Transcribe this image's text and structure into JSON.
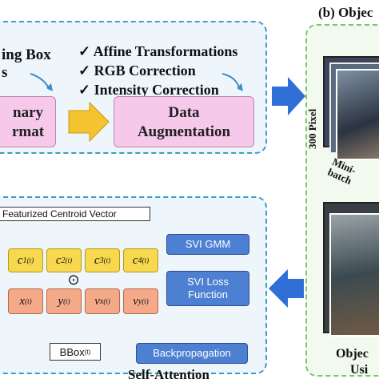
{
  "top_panel": {
    "left_box_text": "ing Box",
    "left_box_text2": "s",
    "binary_box": [
      "nary",
      "rmat"
    ],
    "checklist": [
      "Affine Transformations",
      "RGB Correction",
      "Intensity Correction"
    ],
    "check_mark": "✓",
    "augmentation_box": [
      "Data",
      "Augmentation"
    ]
  },
  "right_panel": {
    "title": "(b) Objec",
    "pixel_label": "300 Pixel",
    "minibatch_label": [
      "Mini-",
      "batch"
    ],
    "bottom_label": [
      "Objec",
      "Usi"
    ]
  },
  "bottom_panel": {
    "featurized_label": "Featurized Centroid Vector",
    "c_cells": [
      "c",
      "c",
      "c",
      "c"
    ],
    "c_subs": [
      "1",
      "2",
      "3",
      "4"
    ],
    "sup_t": "(t)",
    "dot": "⊙",
    "x_cells": [
      "x",
      "y",
      "v",
      "v"
    ],
    "x_subs": [
      "",
      "",
      "x",
      "y"
    ],
    "bbox_label": "BBox",
    "svi_gmm": "SVI GMM",
    "svi_loss": [
      "SVI Loss",
      "Function"
    ],
    "backprop": "Backpropagation",
    "title": "Self-Attention"
  },
  "colors": {
    "panel_border": "#3aa0c0",
    "pink": "#f6c8ea",
    "orange": "#f4a989",
    "yellow": "#f7d84f",
    "blue": "#4d7fd3",
    "arrow_yellow": "#f4c430",
    "arrow_blue": "#2f6fd6"
  }
}
